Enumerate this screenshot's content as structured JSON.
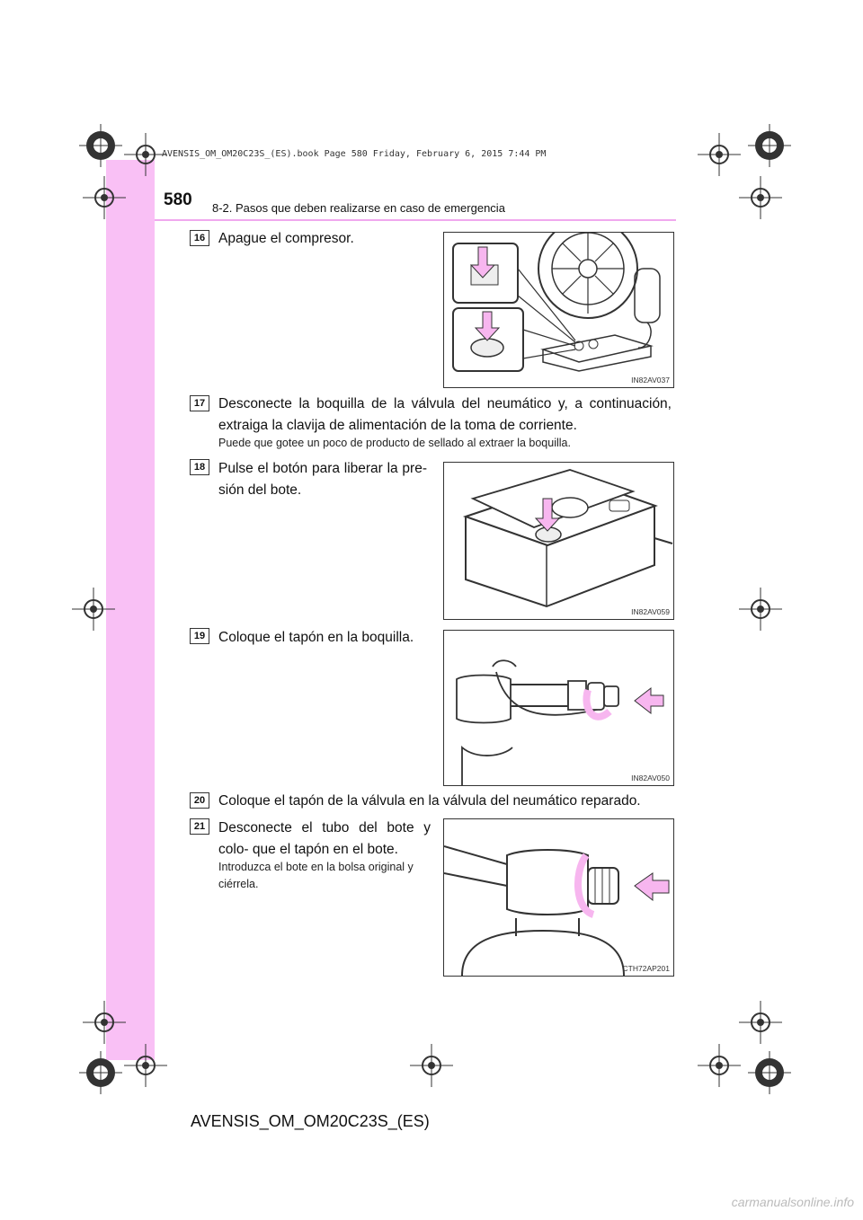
{
  "header": {
    "page_number": "580",
    "section_title": "8-2. Pasos que deben realizarse en caso de emergencia",
    "book_line": "AVENSIS_OM_OM20C23S_(ES).book  Page 580  Friday, February 6, 2015  7:44 PM"
  },
  "footer": {
    "manual_code": "AVENSIS_OM_OM20C23S_(ES)"
  },
  "steps": [
    {
      "number": "16",
      "text": "Apague el compresor.",
      "figure_code": "IN82AV037"
    },
    {
      "number": "17",
      "text": "Desconecte la boquilla de la válvula del neumático y, a continuación, extraiga la clavija de alimentación de la toma de corriente.",
      "note": "Puede que gotee un poco de producto de sellado al extraer la boquilla."
    },
    {
      "number": "18",
      "text": "Pulse el botón para liberar la pre- sión del bote.",
      "figure_code": "IN82AV059"
    },
    {
      "number": "19",
      "text": "Coloque el tapón en la boquilla.",
      "figure_code": "IN82AV050"
    },
    {
      "number": "20",
      "text": "Coloque el tapón de la válvula en la válvula del neumático reparado."
    },
    {
      "number": "21",
      "text": "Desconecte el tubo del bote y colo- que el tapón en el bote.",
      "note": "Introduzca el bote en la bolsa original y ciérrela.",
      "figure_code": "CTH72AP201"
    }
  ],
  "watermark": "carmanualsonline.info",
  "colors": {
    "accent_pink": "#f9c0f5",
    "arrow_pink": "#f7b6ef"
  }
}
